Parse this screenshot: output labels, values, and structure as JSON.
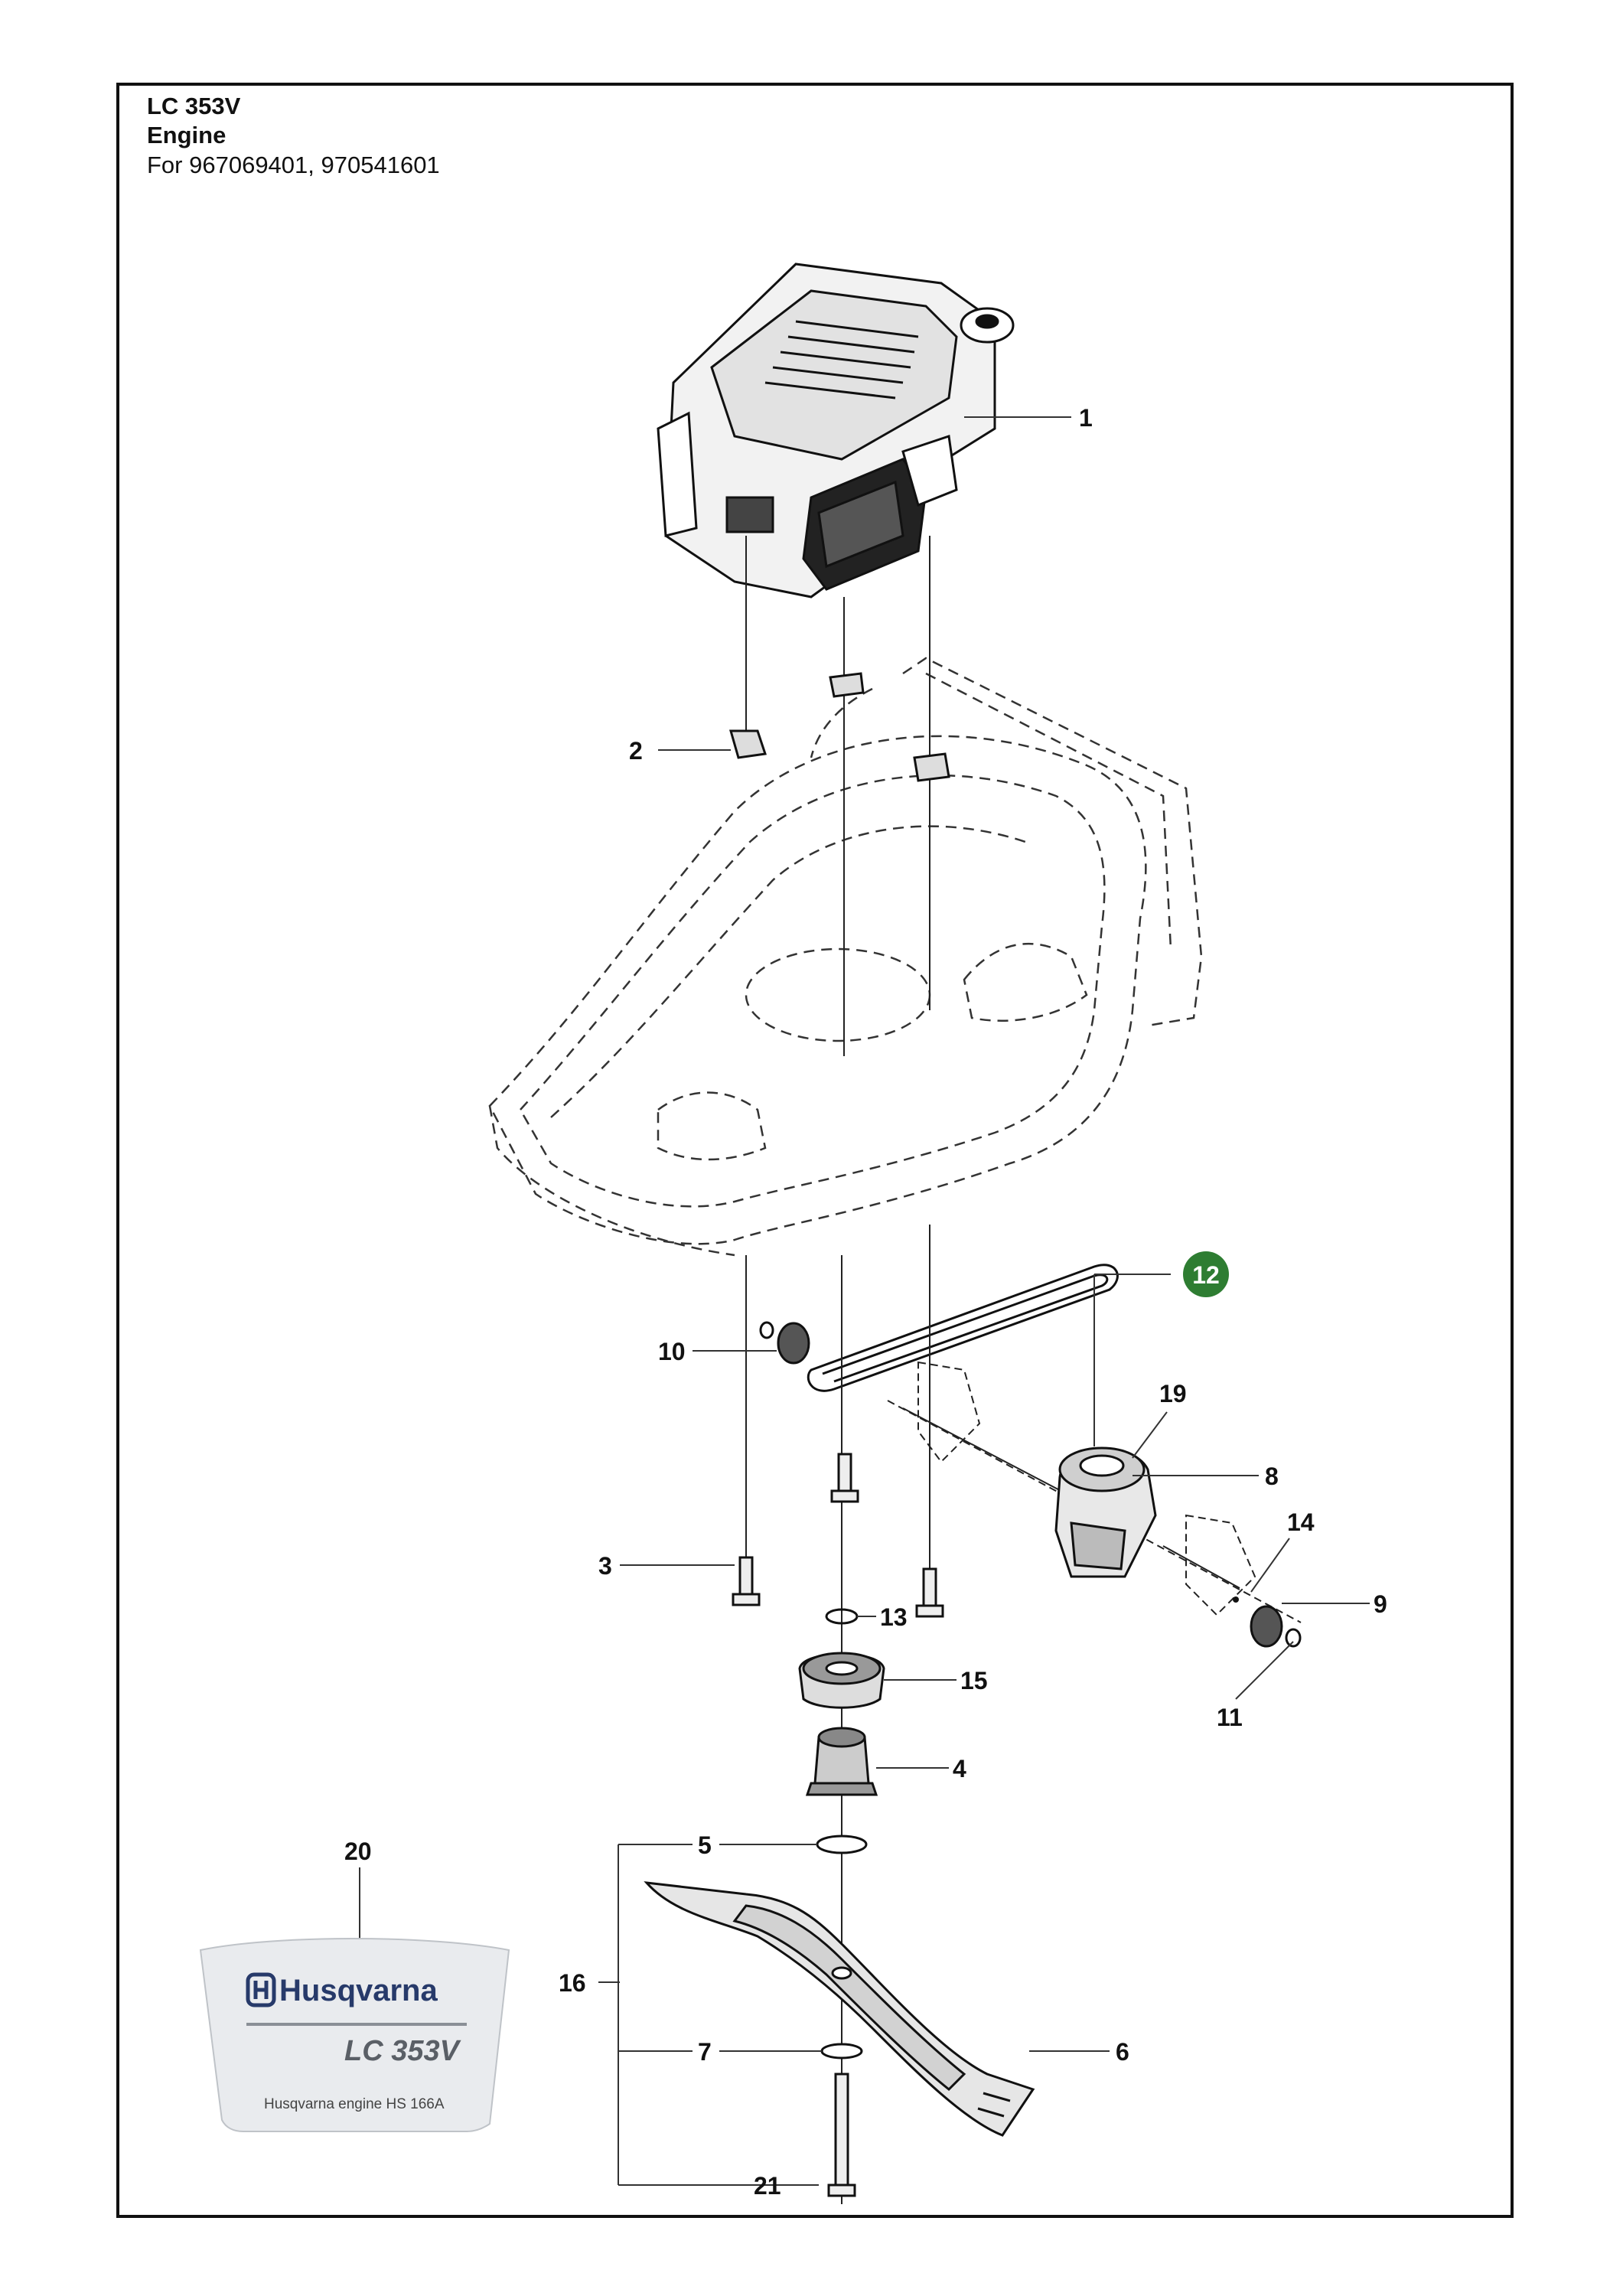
{
  "header": {
    "title": "LC 353V",
    "subtitle": "Engine",
    "models": "For 967069401, 970541601"
  },
  "callouts": {
    "c1": "1",
    "c2": "2",
    "c3": "3",
    "c4": "4",
    "c5": "5",
    "c6": "6",
    "c7": "7",
    "c8": "8",
    "c9": "9",
    "c10": "10",
    "c11": "11",
    "c12": "12",
    "c13": "13",
    "c14": "14",
    "c15": "15",
    "c16": "16",
    "c19": "19",
    "c20": "20",
    "c21": "21"
  },
  "decal": {
    "brand": "Husqvarna",
    "model": "LC 353V",
    "engine_note": "Husqvarna engine HS 166A"
  },
  "colors": {
    "highlight_callout": "#2e7d32",
    "decal_fill": "#e9ebee",
    "brand_blue": "#273a6a"
  }
}
